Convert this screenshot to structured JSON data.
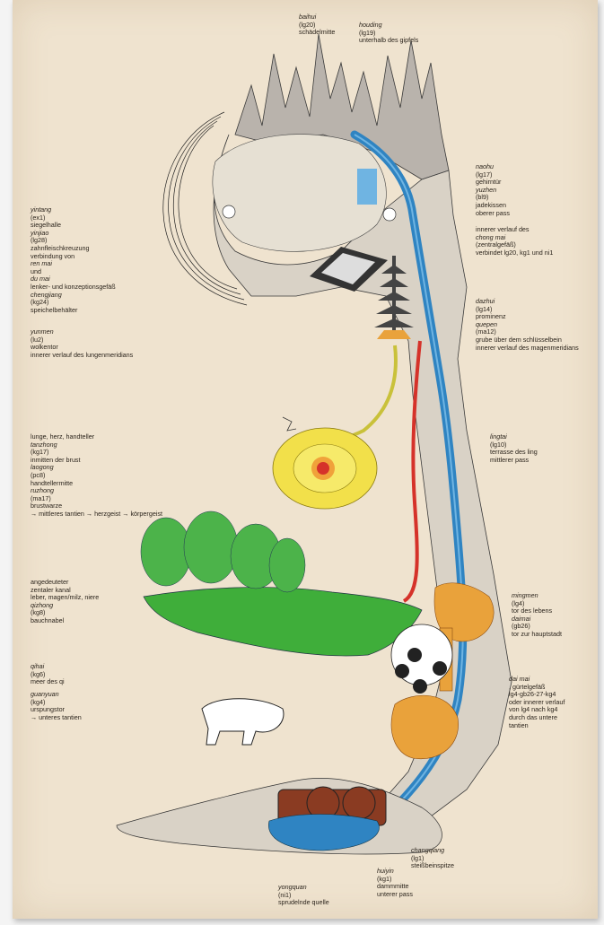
{
  "labels": {
    "baihui": {
      "name": "baihui",
      "code": " (lg20)",
      "desc": "schädelmitte"
    },
    "houding": {
      "name": "houding",
      "code": " (lg19)",
      "desc": "unterhalb des gipfels"
    },
    "naohu": {
      "name": "naohu",
      "code": " (lg17)",
      "l2": "gehirntür",
      "name2": "yuzhen",
      "code2": " (bl9)",
      "l4": "jadekissen",
      "l5": "oberer pass"
    },
    "inner_chong": {
      "l1a": "innerer verlauf des",
      "l2_it": "chong mai",
      "l2b": " (zentralgefäß)",
      "l3": "verbindet lg20, kg1 und ni1"
    },
    "dazhui": {
      "name": "dazhui",
      "code": " (lg14)",
      "l2": "prominenz",
      "name2": "quepen",
      "code2": " (ma12)",
      "l4": "grube über dem schlüsselbein",
      "l5": "innerer verlauf des magenmeridians"
    },
    "lingtai": {
      "name": "lingtai",
      "code": " (lg10)",
      "l2": "terrasse des ling",
      "l3": "mittlerer pass"
    },
    "mingmen": {
      "name": "mingmen",
      "code": " (lg4)",
      "l2": "tor des lebens",
      "name2": "daimai",
      "code2": " (gb26)",
      "l4": "tor zur hauptstadt"
    },
    "daimai": {
      "l1_it": "dai mai",
      "l1b": ", gürtelgefäß",
      "l2": "lg4-gb26-27-kg4",
      "l3": "oder innerer verlauf",
      "l4": "von lg4 nach kg4",
      "l5": "durch das untere",
      "l6": "tantien"
    },
    "changqiang": {
      "name": "changqiang",
      "code": " (lg1)",
      "desc": "steißbeinspitze"
    },
    "huiyin": {
      "name": "huiyin",
      "code": " (kg1)",
      "l2": "dammmitte",
      "l3": "unterer pass"
    },
    "yongquan": {
      "name": "yongquan",
      "code": " (ni1)",
      "desc": "sprudelnde quelle"
    },
    "yintang": {
      "name": "yintang",
      "code": " (ex1)",
      "l2": "siegelhalle",
      "name2": "yinjiao",
      "code2": " (lg28)",
      "l4": "zahnfleischkreuzung",
      "l5a": "verbindung von ",
      "l5_it1": "ren mai",
      "l5b": " und ",
      "l5_it2": "du mai",
      "l6": "lenker- und konzeptionsgefäß",
      "name3": "chengjiang",
      "code3": " (kg24)",
      "l8": "speichelbehälter"
    },
    "yunmen": {
      "name": "yunmen",
      "code": " (lu2)",
      "l2": "wolkentor",
      "l3": "innerer verlauf des lungenmeridians"
    },
    "lunge": {
      "l1": "lunge, herz, handteller",
      "name2": "tanzhong",
      "code2": " (kg17)",
      "l3": "inmitten der brust",
      "name3": "laogong",
      "code3": " (pc8)",
      "l5": "handtellermitte",
      "name4": "ruzhong",
      "code4": " (ma17)",
      "l7": "brustwarze",
      "l8": "→ mittleres tantien → herzgeist → körpergeist"
    },
    "zentral": {
      "l1": "angedeuteter",
      "l2": "zentaler kanal",
      "l3": "leber, magen/milz, niere",
      "name2": "qizhong",
      "code2": " (kg8)",
      "l5": "bauchnabel"
    },
    "qihai": {
      "name": "qihai",
      "code": " (kg6)",
      "desc": "meer des qi"
    },
    "guanyuan": {
      "name": "guanyuan",
      "code": " (kg4)",
      "l2": "urspungstor",
      "l3": "→ unteres tantien"
    }
  },
  "colors": {
    "paper": "#efe3cf",
    "rock": "#b9b3ac",
    "river": "#2f84c2",
    "red_channel": "#d5322a",
    "yellow": "#f2e04a",
    "green": "#3fae3a",
    "orange": "#e9a23b",
    "brown": "#8a3b22"
  },
  "icons": [
    "mountain-peaks",
    "river",
    "pagoda",
    "weaving-loom",
    "sun-yellow-orb",
    "willow-trees",
    "yin-yang-circles",
    "ox-plough",
    "water-wheel"
  ]
}
